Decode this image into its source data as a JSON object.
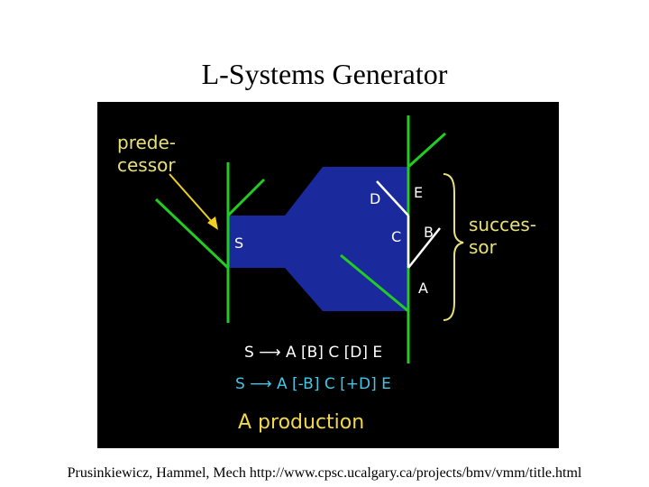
{
  "slide": {
    "title": "L-Systems Generator",
    "caption": "Prusinkiewicz, Hammel, Mech http://www.cpsc.ucalgary.ca/projects/bmv/vmm/title.html"
  },
  "figure": {
    "labels": {
      "predecessor_line1": "prede-",
      "predecessor_line2": "cessor",
      "successor_line1": "succes-",
      "successor_line2": "sor",
      "module_S": "S",
      "module_A": "A",
      "module_B": "B",
      "module_C": "C",
      "module_D": "D",
      "module_E": "E"
    },
    "rule_plain": "S ⟶ A [B] C [D] E",
    "rule_turtle": "S ⟶ A [-B] C [+D] E",
    "heading": "A production"
  },
  "colors": {
    "background": "#000000",
    "branch_green": "#22cc22",
    "predecessor_yellow": "#e8e07a",
    "arrow_yellow": "#f0d020",
    "module_blue": "#1a2a9c",
    "text_white": "#ffffff",
    "rule_cyan": "#40c8e8",
    "heading_yellow": "#f2d84a"
  }
}
